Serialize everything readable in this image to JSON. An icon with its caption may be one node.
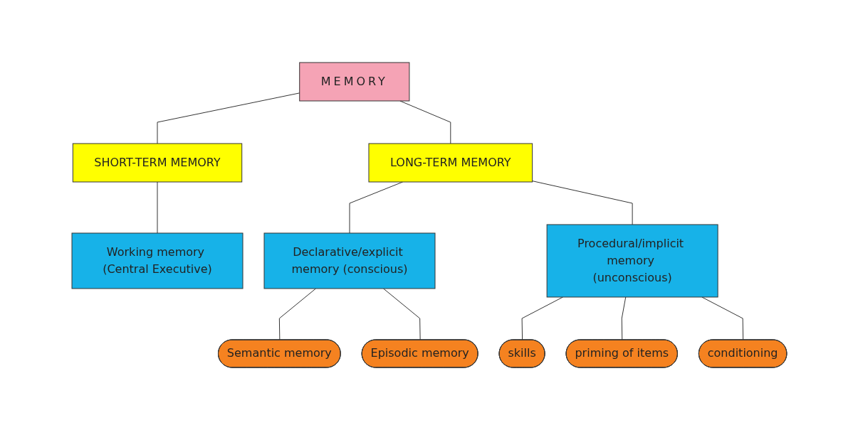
{
  "diagram": {
    "nodes": [
      {
        "text": [
          "MEMORY"
        ]
      },
      {
        "text": [
          "SHORT-TERM MEMORY"
        ]
      },
      {
        "text": [
          "LONG-TERM MEMORY"
        ]
      },
      {
        "text": [
          "Working memory (Central Executive)"
        ]
      },
      {
        "text": [
          "Declarative/explicit memory (conscious)"
        ]
      },
      {
        "text": [
          "Procedural/implicit memory (unconscious)"
        ]
      },
      {
        "text": [
          "Semantic memory"
        ]
      },
      {
        "text": [
          "Episodic memory"
        ]
      },
      {
        "text": [
          "skills"
        ]
      },
      {
        "text": [
          "priming of items"
        ]
      },
      {
        "text": [
          "conditioning"
        ]
      }
    ],
    "edges": [
      {
        "from": 0,
        "to": 1,
        "arrow": "none"
      },
      {
        "from": 0,
        "to": 2,
        "arrow": "none"
      },
      {
        "from": 1,
        "to": 3,
        "arrow": "none"
      },
      {
        "from": 2,
        "to": 4,
        "arrow": "none"
      },
      {
        "from": 2,
        "to": 5,
        "arrow": "none"
      },
      {
        "from": 4,
        "to": 6,
        "arrow": "none"
      },
      {
        "from": 4,
        "to": 7,
        "arrow": "none"
      },
      {
        "from": 5,
        "to": 8,
        "arrow": "none"
      },
      {
        "from": 5,
        "to": 9,
        "arrow": "none"
      },
      {
        "from": 5,
        "to": 10,
        "arrow": "none"
      }
    ]
  }
}
